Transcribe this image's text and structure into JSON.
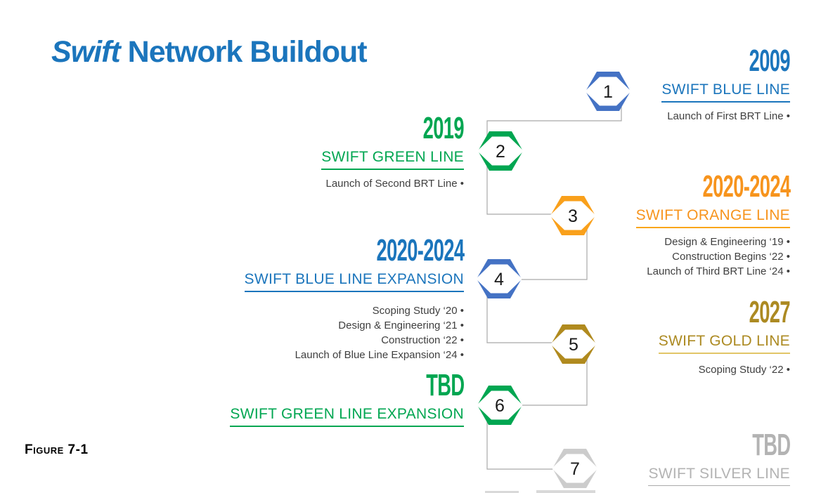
{
  "title": {
    "brand": "Swift",
    "rest": " Network Buildout"
  },
  "figure_label": "Figure 7-1",
  "colors": {
    "title_blue": "#1B75BC",
    "hexagon_blue": "#4472C4",
    "green": "#00A651",
    "orange_text": "#F7941D",
    "orange_hexagon": "#F9A01B",
    "gold_text": "#AC8A22",
    "gold_hexagon": "#B08A1E",
    "gold_underline": "#E2C567",
    "silver_text": "#B3B3B3",
    "silver_hexagon": "#CCCCCC",
    "body_text": "#3F3F3F",
    "connector_gray": "#A9A9A9"
  },
  "milestones": [
    {
      "number": "1",
      "side": "right",
      "year": "2009",
      "line": "SWIFT BLUE LINE",
      "events": [
        "Launch of First BRT Line •"
      ]
    },
    {
      "number": "2",
      "side": "left",
      "year": "2019",
      "line": "SWIFT GREEN LINE",
      "events": [
        "Launch of Second BRT Line •"
      ]
    },
    {
      "number": "3",
      "side": "right",
      "year": "2020-2024",
      "line": "SWIFT ORANGE LINE",
      "events": [
        "Design & Engineering ‘19 •",
        "Construction Begins ‘22 •",
        "Launch of Third BRT Line ‘24 •"
      ]
    },
    {
      "number": "4",
      "side": "left",
      "year": "2020-2024",
      "line": "SWIFT BLUE LINE EXPANSION",
      "events": [
        "Scoping Study ‘20 •",
        "Design & Engineering ‘21 •",
        "Construction ‘22 •",
        "Launch of Blue Line Expansion ‘24 •"
      ]
    },
    {
      "number": "5",
      "side": "right",
      "year": "2027",
      "line": "SWIFT GOLD LINE",
      "events": [
        "Scoping Study ‘22 •"
      ]
    },
    {
      "number": "6",
      "side": "left",
      "year": "TBD",
      "line": "SWIFT GREEN LINE EXPANSION",
      "events": []
    },
    {
      "number": "7",
      "side": "right",
      "year": "TBD",
      "line": "SWIFT SILVER LINE",
      "events": []
    }
  ]
}
